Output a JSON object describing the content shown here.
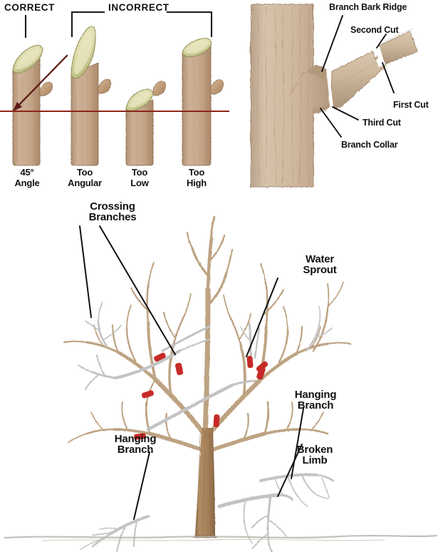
{
  "figure": {
    "title": "Tree pruning guide",
    "background_color": "#ffffff"
  },
  "colors": {
    "bark_light": "#cbab8e",
    "bark_mid": "#bb9672",
    "bark_dark": "#9c7a58",
    "trunk_brown": "#a58059",
    "cut_face_cream": "#ded8ab",
    "cut_face_edge": "#9aa05e",
    "branch_tan": "#c0a687",
    "branch_gray": "#c4c4c4",
    "marker_red": "#c62a27",
    "guide_red": "#8e2418",
    "label_black": "#111111",
    "ground_gray": "#b9b4ad"
  },
  "panel_cut_angles": {
    "name": "pruning-cut-angle-comparison",
    "header_correct": "CORRECT",
    "header_incorrect": "INCORRECT",
    "stems": [
      {
        "id": "stem-45",
        "label_line1": "45°",
        "label_line2": "Angle",
        "verdict": "correct"
      },
      {
        "id": "stem-too-angular",
        "label_line1": "Too",
        "label_line2": "Angular",
        "verdict": "incorrect"
      },
      {
        "id": "stem-too-low",
        "label_line1": "Too",
        "label_line2": "Low",
        "verdict": "incorrect"
      },
      {
        "id": "stem-too-high",
        "label_line1": "Too",
        "label_line2": "High",
        "verdict": "incorrect"
      }
    ]
  },
  "panel_three_cut": {
    "name": "three-cut-branch-removal",
    "labels": {
      "branch_bark_ridge": "Branch Bark Ridge",
      "second_cut": "Second Cut",
      "first_cut": "First Cut",
      "third_cut": "Third Cut",
      "branch_collar": "Branch Collar"
    }
  },
  "panel_tree": {
    "name": "tree-pruning-targets",
    "labels": {
      "crossing_branches": "Crossing\nBranches",
      "water_sprout": "Water\nSprout",
      "hanging_branch_right": "Hanging\nBranch",
      "hanging_branch_left": "Hanging\nBranch",
      "broken_limb": "Broken\nLimb"
    },
    "cut_marker_count": 9
  }
}
